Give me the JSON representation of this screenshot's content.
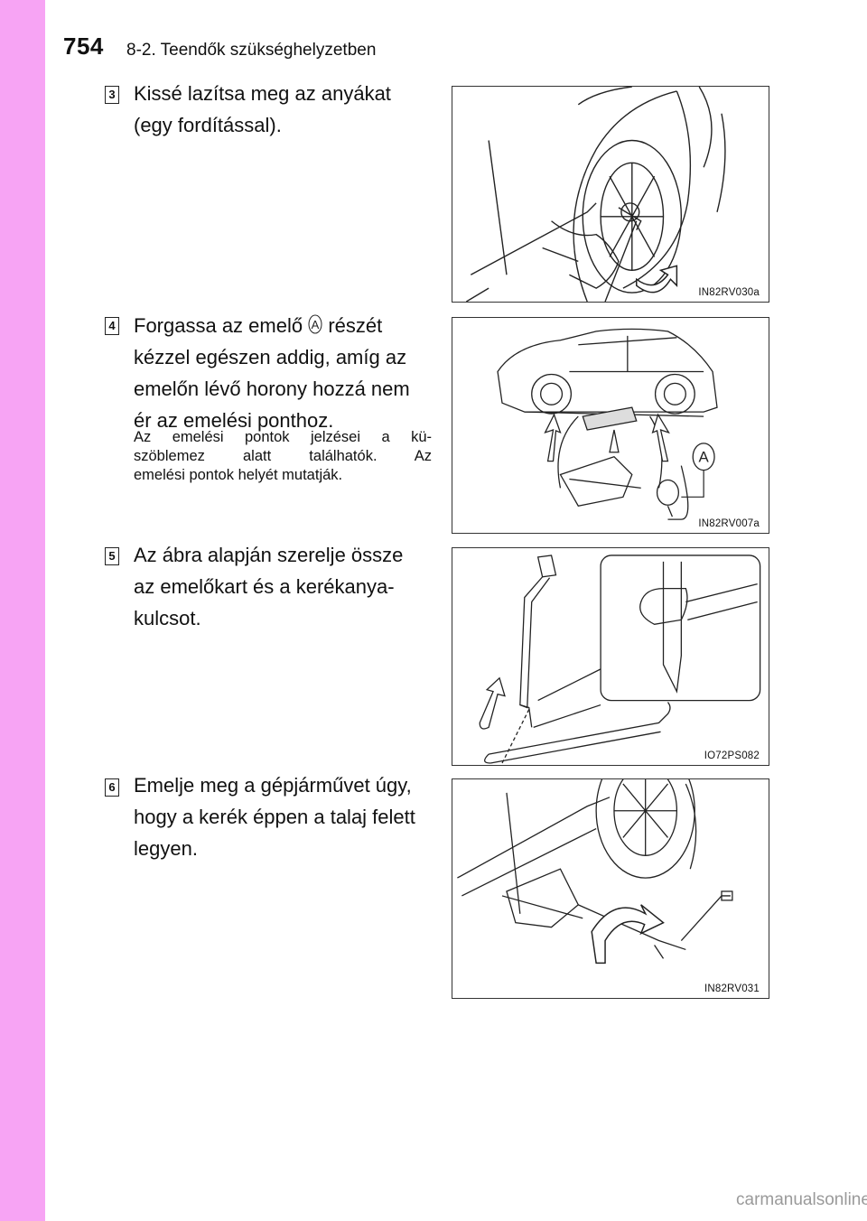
{
  "header": {
    "page_number": "754",
    "section_title": "8-2. Teendők szükséghelyzetben"
  },
  "steps": [
    {
      "number": "3",
      "text_lines": [
        "Kissé lazítsa meg az anyákat",
        "(egy fordítással)."
      ],
      "figure_code": "IN82RV030a"
    },
    {
      "number": "4",
      "text_line1_before": "Forgassa az emelő",
      "text_line1_callout": "A",
      "text_line1_after": "részét",
      "text_lines": [
        "kézzel egészen addig, amíg az",
        "emelőn lévő horony hozzá nem",
        "ér az emelési ponthoz."
      ],
      "note_lines": [
        "Az emelési pontok jelzései a kü-",
        "szöblemez alatt találhatók. Az",
        "emelési pontok helyét mutatják."
      ],
      "figure_callout": "A",
      "figure_code": "IN82RV007a"
    },
    {
      "number": "5",
      "text_lines": [
        "Az ábra alapján szerelje össze",
        "az emelőkart és a kerékanya-",
        "kulcsot."
      ],
      "figure_code": "IO72PS082"
    },
    {
      "number": "6",
      "text_lines": [
        "Emelje meg a gépjárművet úgy,",
        "hogy a kerék éppen a talaj felett",
        "legyen."
      ],
      "figure_code": "IN82RV031"
    }
  ],
  "footer": {
    "watermark": "carmanualsonline.info"
  },
  "colors": {
    "side_band": "#f7a4f4",
    "text": "#111111",
    "figure_border": "#333333"
  }
}
